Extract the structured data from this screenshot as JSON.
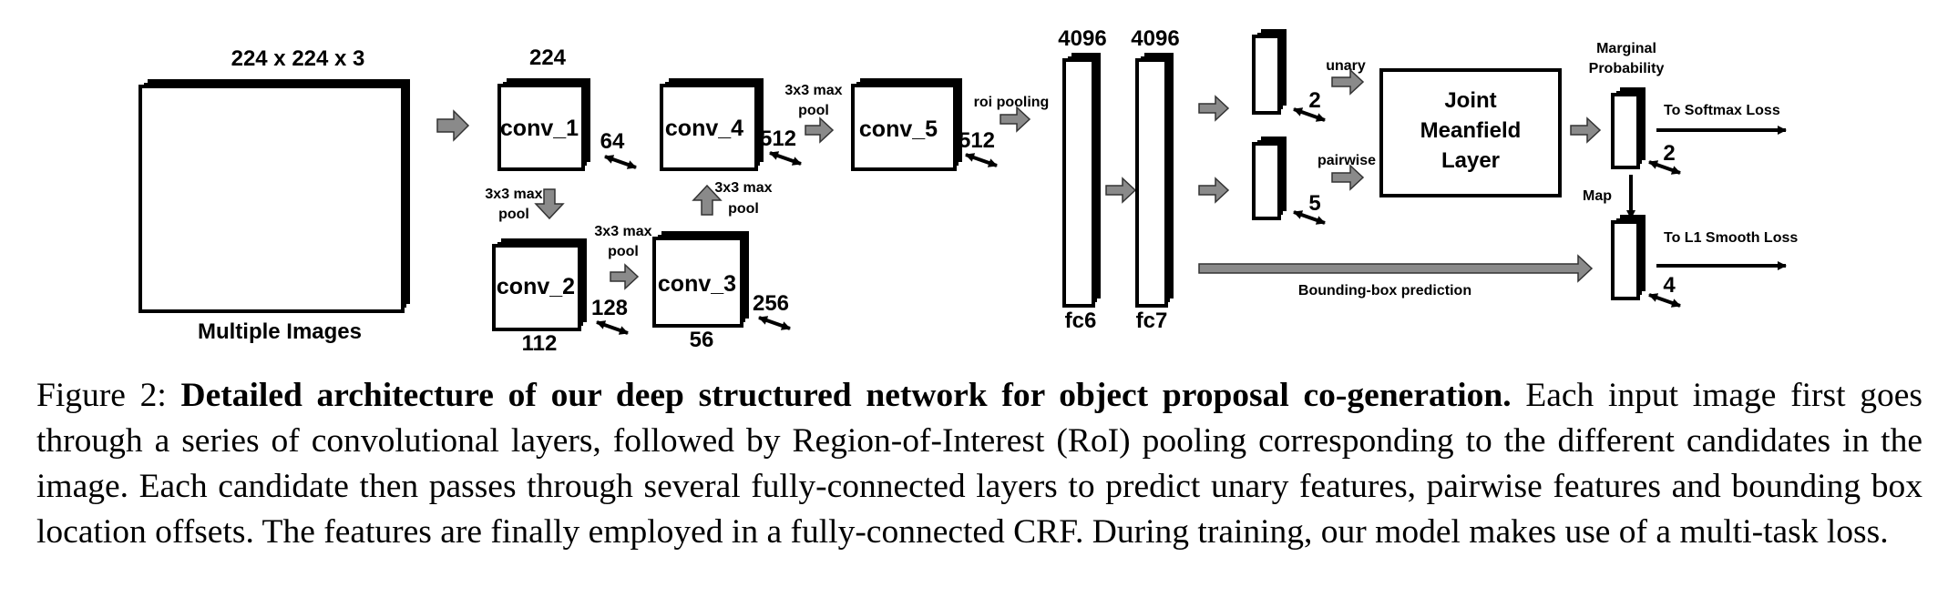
{
  "figure": {
    "input": {
      "size_label": "224 x 224 x 3",
      "caption": "Multiple Images"
    },
    "conv1": {
      "label": "conv_1",
      "width_label": "224",
      "depth": "64"
    },
    "conv2": {
      "label": "conv_2",
      "width_label": "112",
      "depth": "128"
    },
    "conv3": {
      "label": "conv_3",
      "width_label": "56",
      "depth": "256"
    },
    "conv4": {
      "label": "conv_4",
      "depth": "512"
    },
    "conv5": {
      "label": "conv_5",
      "depth": "512"
    },
    "pool1": {
      "line1": "3x3 max",
      "line2": "pool"
    },
    "pool2": {
      "line1": "3x3 max",
      "line2": "pool"
    },
    "pool3": {
      "line1": "3x3 max",
      "line2": "pool"
    },
    "pool4": {
      "line1": "3x3 max",
      "line2": "pool"
    },
    "roi_label": "roi pooling",
    "fc6": {
      "top": "4096",
      "bottom": "fc6"
    },
    "fc7": {
      "top": "4096",
      "bottom": "fc7"
    },
    "unary": {
      "label": "unary",
      "depth": "2"
    },
    "pairwise": {
      "label": "pairwise",
      "depth": "5"
    },
    "meanfield": {
      "line1": "Joint",
      "line2": "Meanfield",
      "line3": "Layer"
    },
    "marginal": {
      "line1": "Marginal",
      "line2": "Probability",
      "depth": "2"
    },
    "map_label": "Map",
    "bbox_label": "Bounding-box prediction",
    "bbox_out_depth": "4",
    "softmax_label": "To Softmax Loss",
    "l1_label": "To L1 Smooth Loss"
  },
  "caption": {
    "prefix": "Figure 2: ",
    "title": "Detailed architecture of our deep structured network for object proposal co-generation.",
    "body": " Each input image first goes through a series of convolutional layers, followed by Region-of-Interest (RoI) pooling corresponding to the different candidates in the image. Each candidate then passes through several fully-connected layers to predict unary features, pairwise features and bounding box location offsets. The features are finally employed in a fully-connected CRF. During training, our model makes use of a multi-task loss."
  }
}
